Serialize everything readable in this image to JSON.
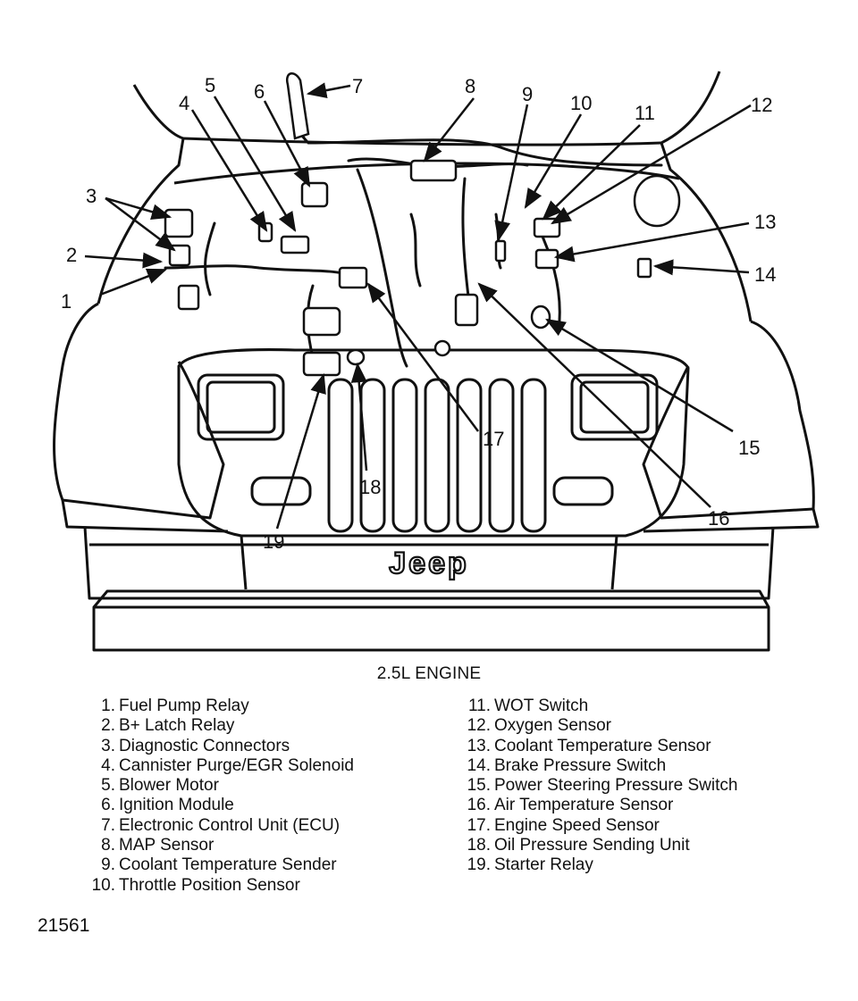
{
  "diagram": {
    "grille_logo": "Jeep",
    "callout_numbers": [
      "1",
      "2",
      "3",
      "4",
      "5",
      "6",
      "7",
      "8",
      "9",
      "10",
      "11",
      "12",
      "13",
      "14",
      "15",
      "16",
      "17",
      "18",
      "19"
    ]
  },
  "caption": "2.5L ENGINE",
  "legend": {
    "left": [
      {
        "num": "1.",
        "label": "Fuel Pump Relay"
      },
      {
        "num": "2.",
        "label": "B+ Latch Relay"
      },
      {
        "num": "3.",
        "label": "Diagnostic Connectors"
      },
      {
        "num": "4.",
        "label": "Cannister Purge/EGR Solenoid"
      },
      {
        "num": "5.",
        "label": "Blower Motor"
      },
      {
        "num": "6.",
        "label": "Ignition Module"
      },
      {
        "num": "7.",
        "label": "Electronic Control Unit (ECU)"
      },
      {
        "num": "8.",
        "label": "MAP Sensor"
      },
      {
        "num": "9.",
        "label": "Coolant Temperature Sender"
      },
      {
        "num": "10.",
        "label": "Throttle Position Sensor"
      }
    ],
    "right": [
      {
        "num": "11.",
        "label": "WOT Switch"
      },
      {
        "num": "12.",
        "label": "Oxygen Sensor"
      },
      {
        "num": "13.",
        "label": "Coolant Temperature Sensor"
      },
      {
        "num": "14.",
        "label": "Brake Pressure Switch"
      },
      {
        "num": "15.",
        "label": "Power Steering Pressure Switch"
      },
      {
        "num": "16.",
        "label": "Air Temperature Sensor"
      },
      {
        "num": "17.",
        "label": "Engine Speed Sensor"
      },
      {
        "num": "18.",
        "label": "Oil Pressure Sending Unit"
      },
      {
        "num": "19.",
        "label": "Starter Relay"
      }
    ]
  },
  "figure_number": "21561"
}
